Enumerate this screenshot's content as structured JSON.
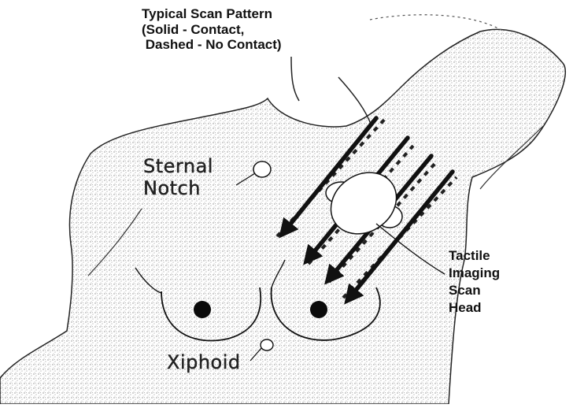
{
  "title": {
    "line1": "Typical Scan Pattern",
    "line2": "(Solid - Contact,",
    "line3": " Dashed - No Contact)"
  },
  "labels": {
    "sternal_line1": "Sternal",
    "sternal_line2": "Notch",
    "xiphoid": "Xiphoid",
    "head_line1": "Tactile",
    "head_line2": "Imaging",
    "head_line3": "Scan",
    "head_line4": "Head"
  },
  "colors": {
    "ink": "#111111",
    "stipple": "#9a9a9a",
    "background": "#ffffff"
  }
}
